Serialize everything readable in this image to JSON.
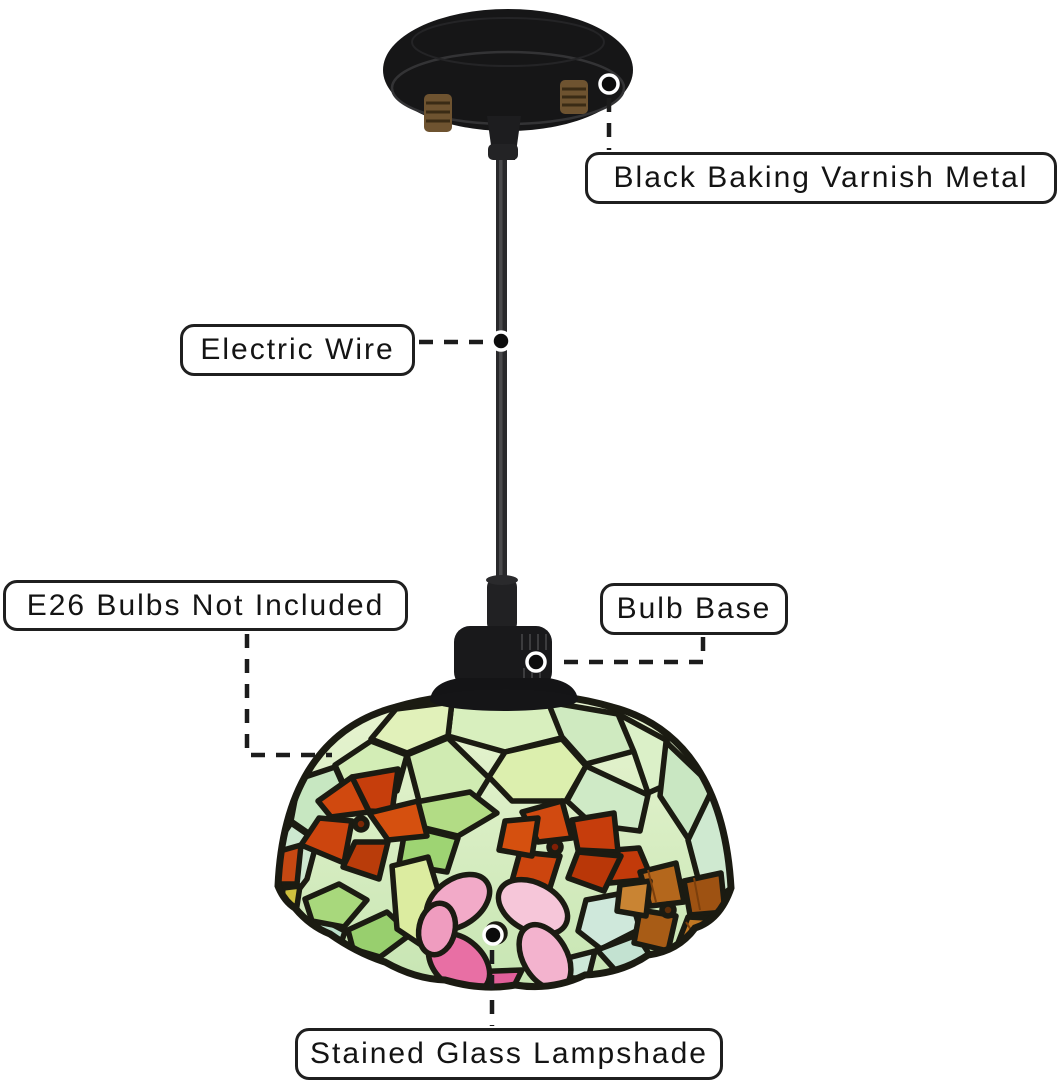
{
  "annotations": {
    "metal": {
      "label": "Black Baking Varnish Metal"
    },
    "wire": {
      "label": "Electric Wire"
    },
    "bulbs": {
      "label": "E26 Bulbs Not Included"
    },
    "base": {
      "label": "Bulb Base"
    },
    "shade": {
      "label": "Stained Glass Lampshade"
    }
  },
  "colors": {
    "background": "#ffffff",
    "metal_black": "#161617",
    "lead_line": "#1b1b12",
    "label_border": "#1f1f1f",
    "label_text": "#141414",
    "screw_brass": "#6e5330",
    "glass_green_pale": "#d8efbe",
    "glass_green_yellow": "#dceca0",
    "glass_green_mint": "#cfe8db",
    "leaf_green": "#9ed473",
    "flower_red": "#c8400f",
    "flower_pink": "#f2aac8",
    "flower_pink_deep": "#e86fa4",
    "flower_amber": "#b4671c"
  }
}
